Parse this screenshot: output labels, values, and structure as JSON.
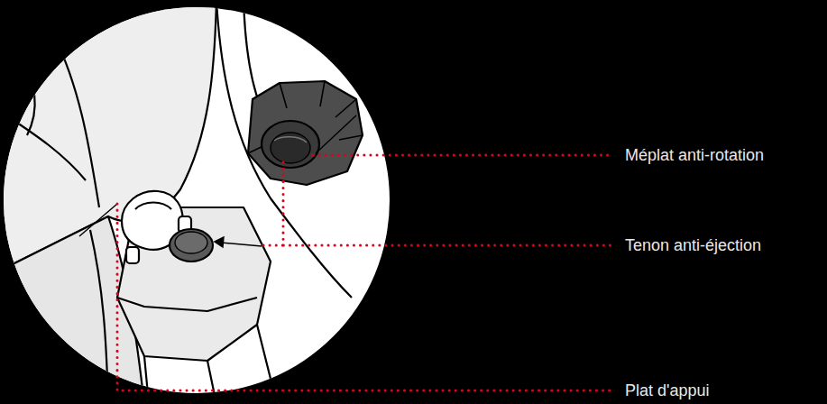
{
  "diagram": {
    "labels": [
      "Méplat anti-rotation",
      "Tenon anti-éjection",
      "Plat d'appui"
    ]
  }
}
